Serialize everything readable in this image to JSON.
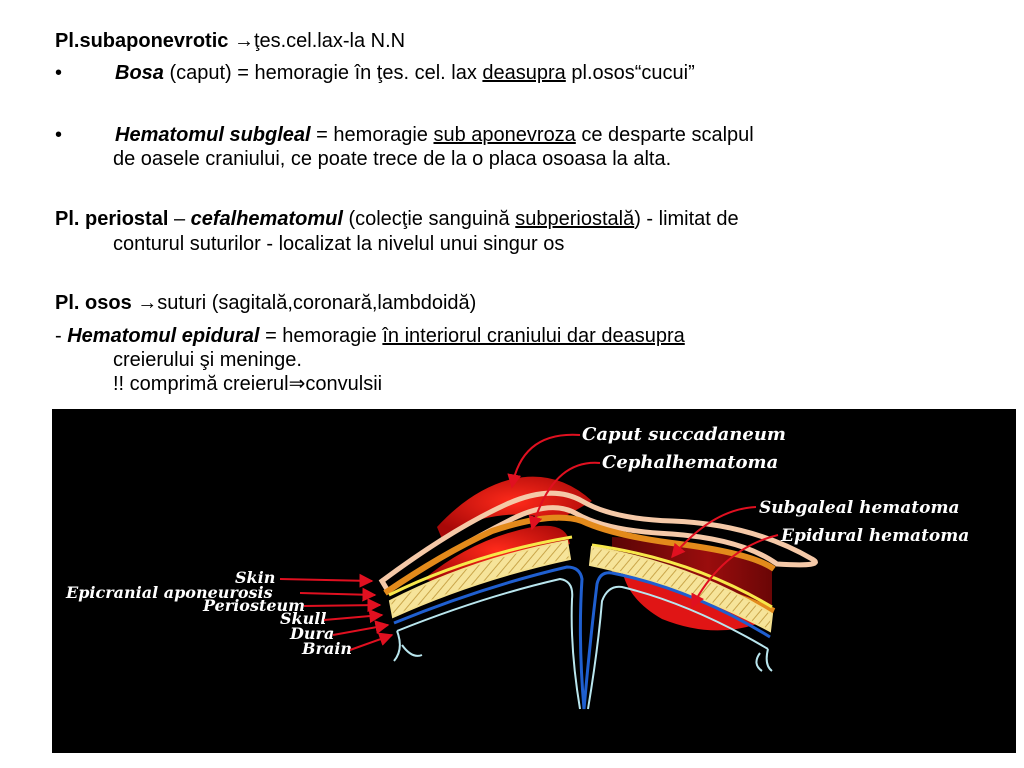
{
  "text": {
    "l1": {
      "t1": "Pl.subaponevrotic",
      "arrow": "→",
      "t2": "ţes.cel.lax-la N.N"
    },
    "l2": {
      "bullet": "•",
      "t1": "Bosa",
      "t2": "(caput) = hemoragie în ţes. cel. lax",
      "t3": "deasupra",
      "t4": "pl.osos“cucui”"
    },
    "l3": {
      "bullet": "•",
      "t1": "Hematomul subgleal",
      "t2": "= hemoragie",
      "t3": "sub aponevroza",
      "t4": "ce desparte scalpul"
    },
    "l4": {
      "t1": "de oasele craniului, ce poate trece de la o placa osoasa la alta."
    },
    "l5": {
      "t1": "Pl. periostal",
      "t2": "–",
      "t3": "cefalhematomul",
      "t4": "(colecţie sanguină",
      "t5": "subperiostală",
      "t6": ") - limitat de"
    },
    "l6": {
      "t1": "conturul suturilor - localizat la nivelul unui singur os"
    },
    "l7": {
      "t1": "Pl. osos",
      "arrow": "→",
      "t2": "suturi (sagitală,coronară,lambdoidă)"
    },
    "l8": {
      "t1": "-",
      "t2": "Hematomul epidural",
      "t3": "= hemoragie",
      "t4": "în interiorul craniului dar deasupra"
    },
    "l9": {
      "t1": "creierului şi meninge."
    },
    "l10": {
      "t1": "!! comprimă creierul",
      "arrow": "⇒",
      "t2": "convulsii"
    }
  },
  "figure": {
    "labels_right": [
      "Caput succadaneum",
      "Cephalhematoma",
      "Subgaleal hematoma",
      "Epidural hematoma"
    ],
    "labels_left": [
      "Skin",
      "Epicranial aponeurosis",
      "Periosteum",
      "Skull",
      "Dura",
      "Brain"
    ]
  },
  "colors": {
    "figure_bg": "#000000",
    "arrow": "#e01020",
    "skin": "#f5c9a8",
    "aponeurosis": "#e38a1b",
    "skull": "#f4e08e",
    "periosteum": "#f7e84a",
    "dura": "#1f5fd0",
    "brain_edge": "#b9e6ee",
    "blood": "#cc1010"
  }
}
